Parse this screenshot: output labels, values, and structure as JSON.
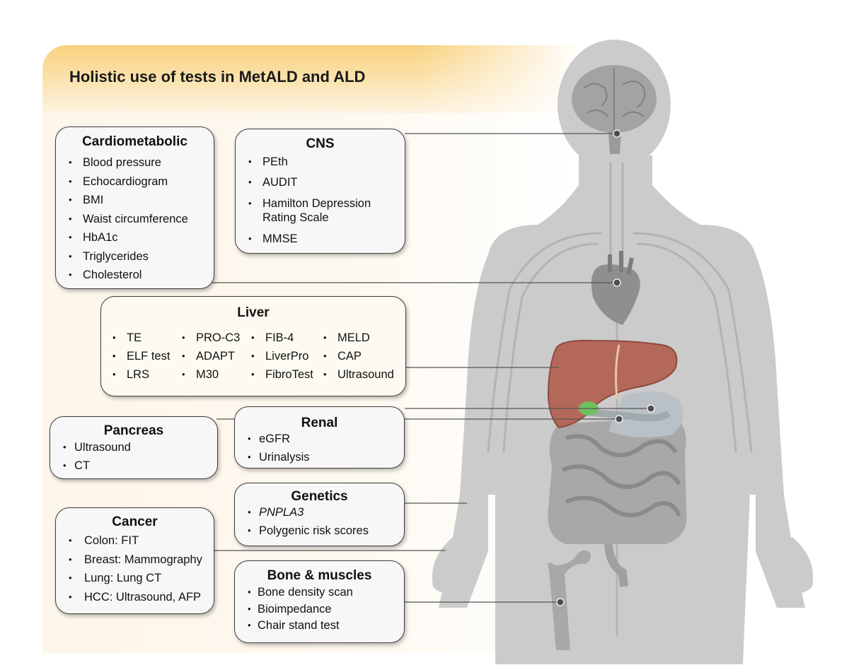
{
  "title": "Holistic use of tests in MetALD and ALD",
  "colors": {
    "header_gradient_top": "#f8d27f",
    "panel_background": "#fdf6ea",
    "silhouette": "#c9c9c9",
    "liver": "#b4685a",
    "heart": "#8f8f8f",
    "brain": "#9a9a9a",
    "gallbladder": "#6fbf5f",
    "box_fill": "#f7f7f7",
    "box_border": "#3d3d3d"
  },
  "boxes": {
    "cardiometabolic": {
      "title": "Cardiometabolic",
      "items": [
        "Blood pressure",
        "Echocardiogram",
        "BMI",
        "Waist circumference",
        "HbA1c",
        "Triglycerides",
        "Cholesterol"
      ]
    },
    "cns": {
      "title": "CNS",
      "items": [
        "PEth",
        "AUDIT",
        "Hamilton Depression Rating Scale",
        "MMSE"
      ]
    },
    "liver": {
      "title": "Liver",
      "columns": [
        [
          "TE",
          "ELF test",
          "LRS"
        ],
        [
          "PRO-C3",
          "ADAPT",
          "M30"
        ],
        [
          "FIB-4",
          "LiverPro",
          "FibroTest"
        ],
        [
          "MELD",
          "CAP",
          "Ultrasound"
        ]
      ]
    },
    "pancreas": {
      "title": "Pancreas",
      "items": [
        "Ultrasound",
        "CT"
      ]
    },
    "renal": {
      "title": "Renal",
      "items": [
        "eGFR",
        "Urinalysis"
      ]
    },
    "genetics": {
      "title": "Genetics",
      "items": [
        "PNPLA3",
        "Polygenic risk scores"
      ]
    },
    "cancer": {
      "title": "Cancer",
      "items": [
        "Colon: FIT",
        "Breast: Mammography",
        "Lung: Lung CT",
        "HCC: Ultrasound, AFP"
      ]
    },
    "bone": {
      "title": "Bone & muscles",
      "items": [
        "Bone density scan",
        "Bioimpedance",
        "Chair stand test"
      ]
    }
  }
}
